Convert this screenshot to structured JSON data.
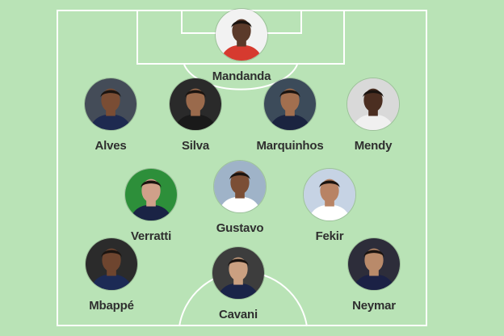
{
  "players": [
    {
      "name": "Mandanda",
      "bg": "#f2f2f2",
      "skin": "#5b3a2a",
      "shirt": "#d63a2f"
    },
    {
      "name": "Alves",
      "bg": "#444c58",
      "skin": "#7a4d34",
      "shirt": "#1e2a50"
    },
    {
      "name": "Silva",
      "bg": "#2a2a2a",
      "skin": "#9a6a4c",
      "shirt": "#1a1a1a"
    },
    {
      "name": "Marquinhos",
      "bg": "#3c4b5a",
      "skin": "#a26f4f",
      "shirt": "#1b2440"
    },
    {
      "name": "Mendy",
      "bg": "#d9d9d9",
      "skin": "#4b2e21",
      "shirt": "#f0f0f0"
    },
    {
      "name": "Verratti",
      "bg": "#2d8f3a",
      "skin": "#d0a08a",
      "shirt": "#1a2345"
    },
    {
      "name": "Gustavo",
      "bg": "#9fb3c8",
      "skin": "#7b4e35",
      "shirt": "#ffffff"
    },
    {
      "name": "Fekir",
      "bg": "#c6d3e4",
      "skin": "#b88364",
      "shirt": "#ffffff"
    },
    {
      "name": "Mbappé",
      "bg": "#2b2b2b",
      "skin": "#6e452f",
      "shirt": "#1c2a55"
    },
    {
      "name": "Cavani",
      "bg": "#3d3d3d",
      "skin": "#caa081",
      "shirt": "#1a2448"
    },
    {
      "name": "Neymar",
      "bg": "#2d2d3a",
      "skin": "#b98a6a",
      "shirt": "#1b2145"
    }
  ],
  "colors": {
    "pitch": "#b9e3b6",
    "lines": "#ffffff",
    "name_text": "#2f2f2f"
  }
}
